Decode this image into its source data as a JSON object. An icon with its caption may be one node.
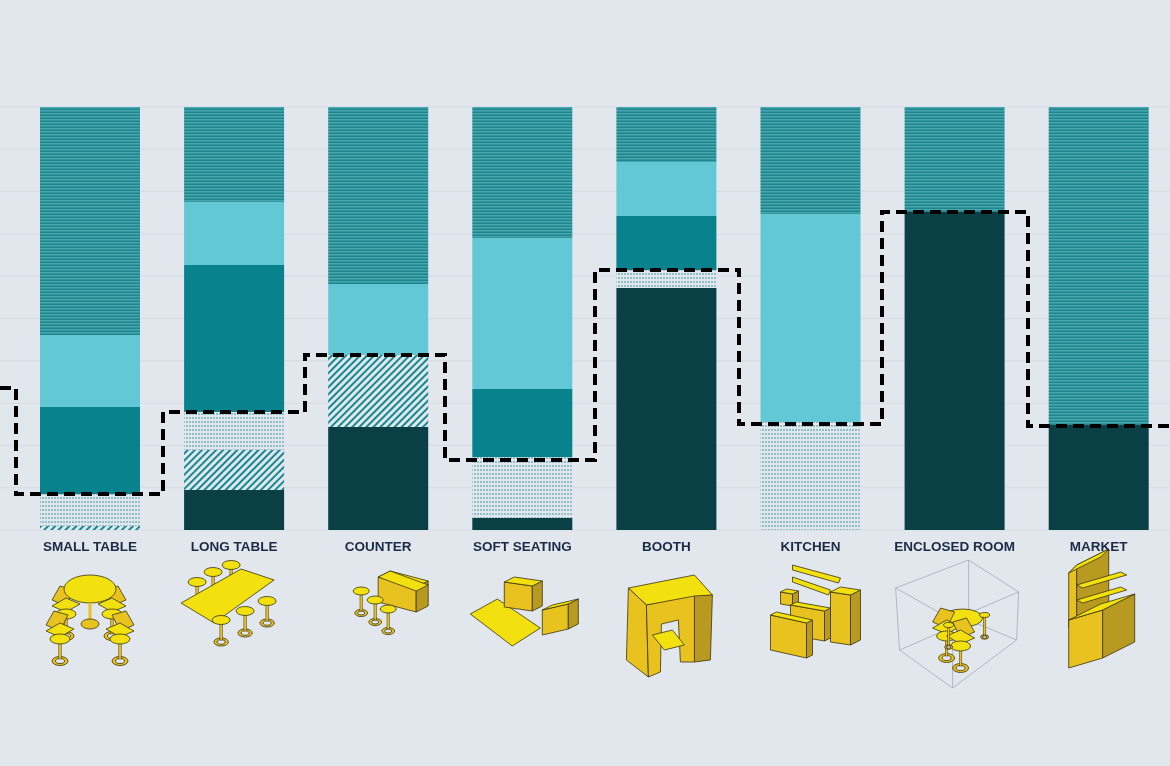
{
  "diagram": {
    "labels": [
      "SMALL TABLE",
      "LONG TABLE",
      "COUNTER",
      "SOFT SEATING",
      "BOOTH",
      "KITCHEN",
      "ENCLOSED ROOM",
      "MARKET"
    ]
  }
}
